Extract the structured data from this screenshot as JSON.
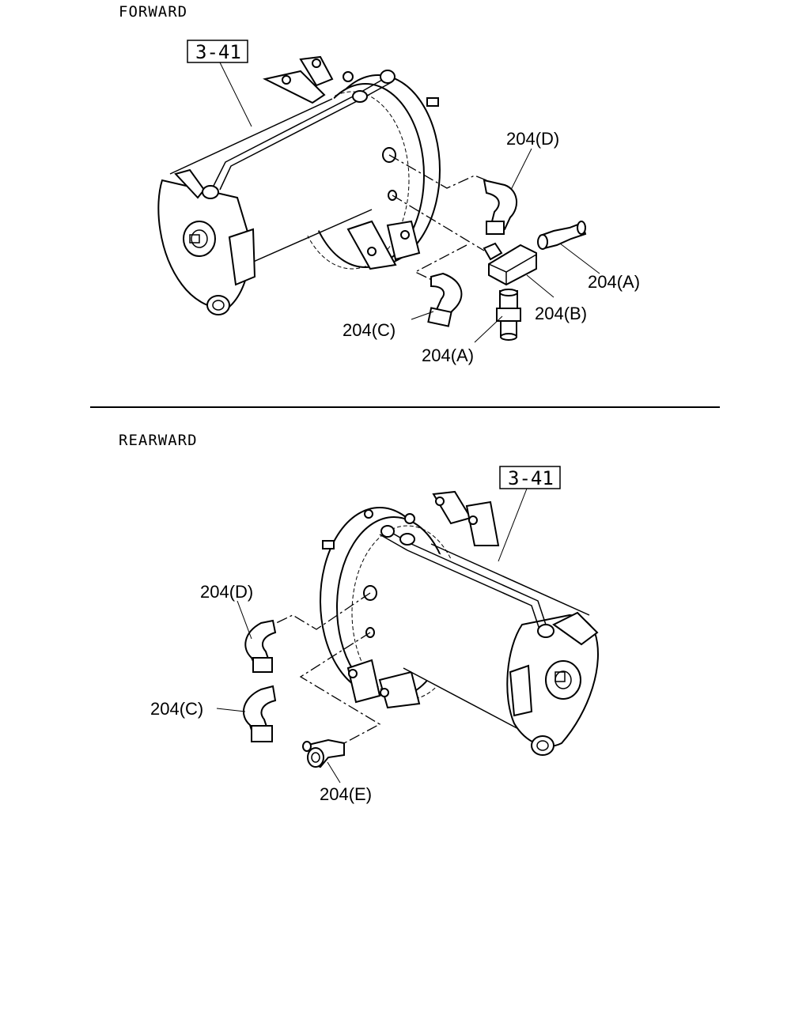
{
  "sections": {
    "forward": {
      "title": "FORWARD",
      "ref_box": "3-41",
      "callouts": {
        "d": "204(D)",
        "a_right": "204(A)",
        "b": "204(B)",
        "c": "204(C)",
        "a_bottom": "204(A)"
      }
    },
    "rearward": {
      "title": "REARWARD",
      "ref_box": "3-41",
      "callouts": {
        "d": "204(D)",
        "c": "204(C)",
        "e": "204(E)"
      }
    }
  }
}
